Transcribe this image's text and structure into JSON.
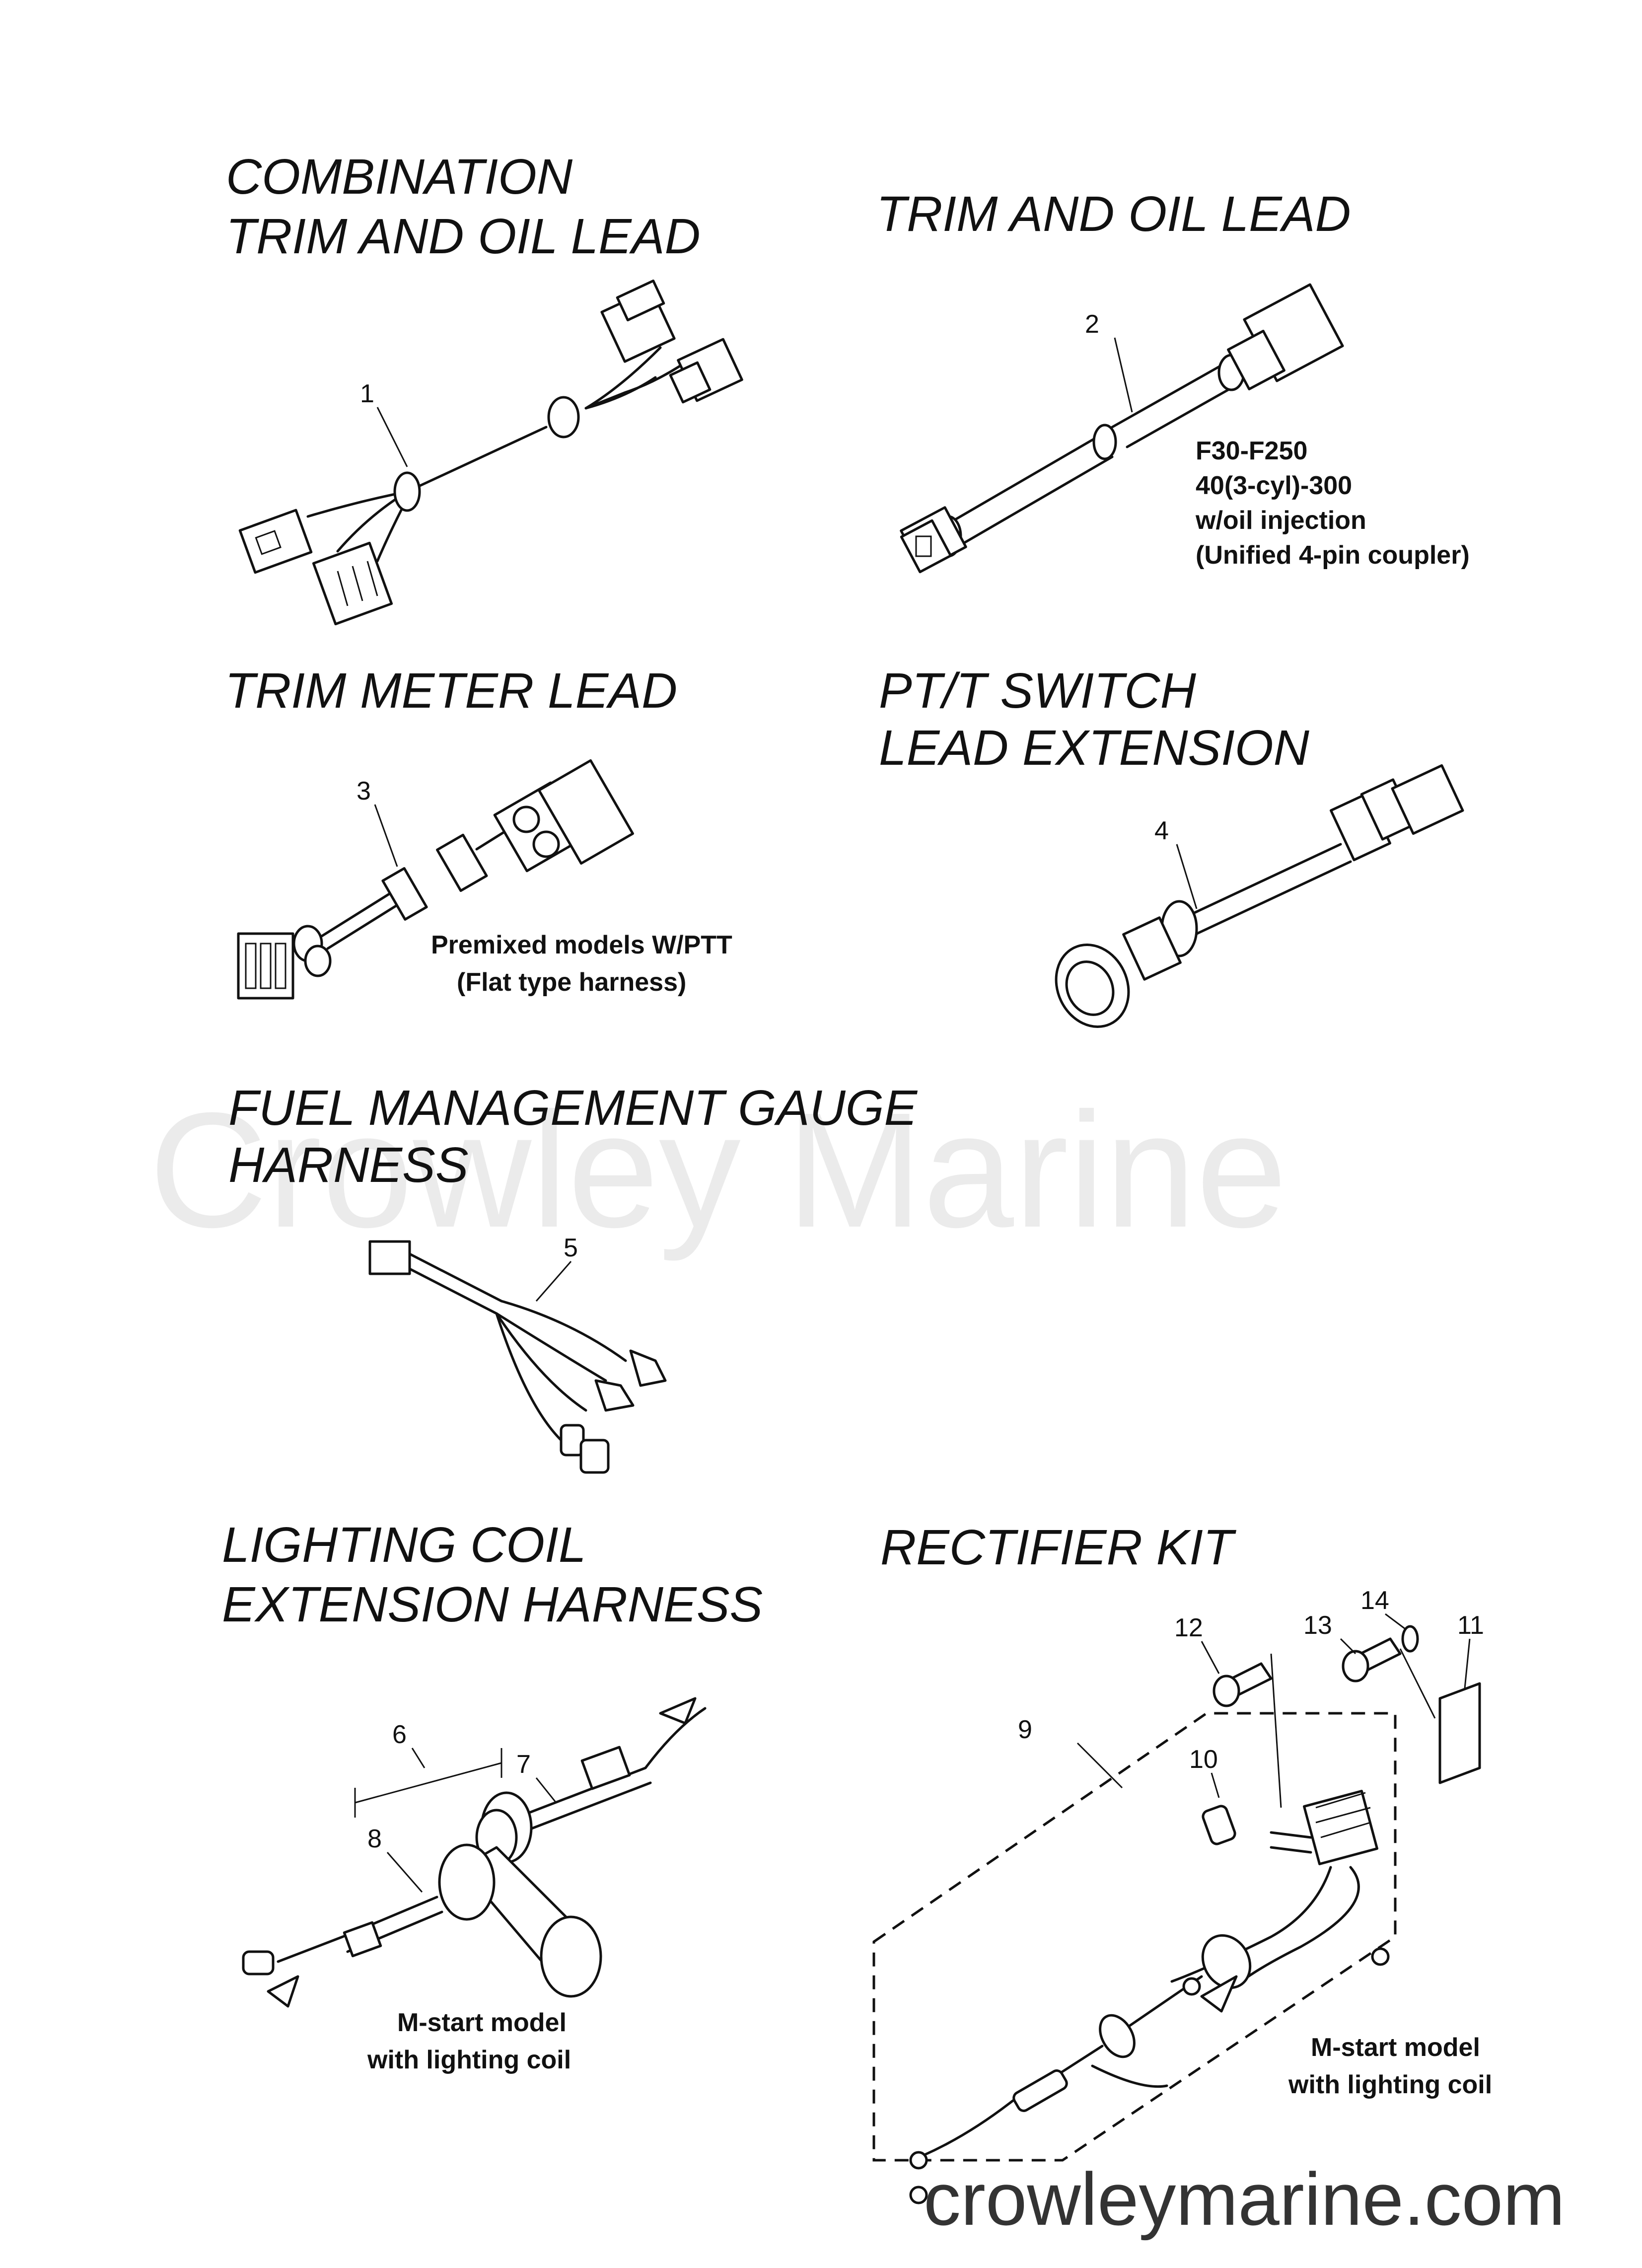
{
  "watermark": "Crowley Marine",
  "site_url": "crowleymarine.com",
  "sections": {
    "combination": {
      "title_line1": "COMBINATION",
      "title_line2": "TRIM AND OIL LEAD"
    },
    "trim_oil": {
      "title": "TRIM AND OIL LEAD",
      "note_lines": [
        "F30-F250",
        "40(3-cyl)-300",
        "w/oil injection",
        "(Unified 4-pin coupler)"
      ]
    },
    "trim_meter": {
      "title": "TRIM METER LEAD",
      "note_lines": [
        "Premixed models W/PTT",
        "(Flat type harness)"
      ]
    },
    "ptt_switch": {
      "title_line1": "PT/T SWITCH",
      "title_line2": "LEAD EXTENSION"
    },
    "fuel_mgmt": {
      "title_line1": "FUEL MANAGEMENT GAUGE",
      "title_line2": "HARNESS"
    },
    "lighting_coil": {
      "title_line1": "LIGHTING COIL",
      "title_line2": "EXTENSION HARNESS",
      "note_lines": [
        "M-start model",
        "with lighting coil"
      ]
    },
    "rectifier": {
      "title": "RECTIFIER KIT",
      "note_lines": [
        "M-start model",
        "with lighting coil"
      ]
    }
  },
  "callouts": [
    "1",
    "2",
    "3",
    "4",
    "5",
    "6",
    "7",
    "8",
    "9",
    "10",
    "11",
    "12",
    "13",
    "14"
  ],
  "icons": {
    "combination": "wire-harness-icon",
    "trim_oil": "lead-cable-icon",
    "trim_meter": "flat-harness-icon",
    "ptt_switch": "extension-cable-icon",
    "fuel_mgmt": "gauge-harness-icon",
    "lighting_coil": "coil-harness-icon",
    "rectifier": "rectifier-kit-icon"
  }
}
